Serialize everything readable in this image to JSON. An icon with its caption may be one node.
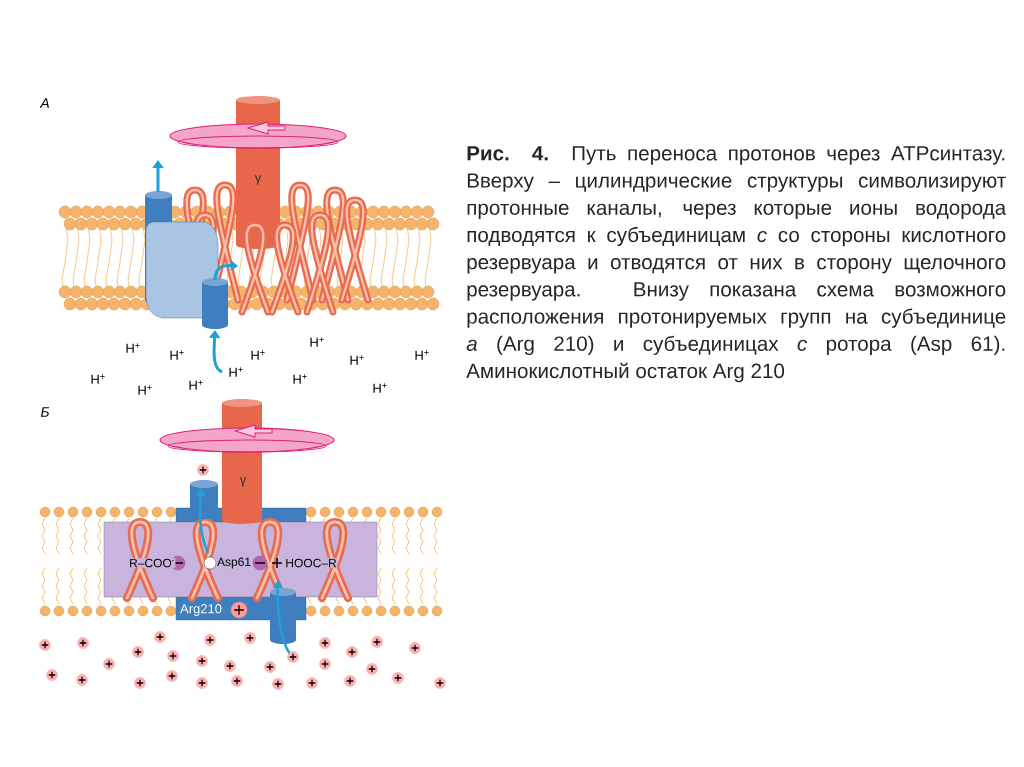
{
  "diagram": {
    "caption": "**Рис. 4.** Путь переноса протонов через АТРсинтазу. Вверху – цилиндрические структуры символизируют протонные каналы, через которые ионы водорода подводятся к субъединицам *c* со стороны кислотного резервуара и отводятся от них в сторону щелочного резервуара. Внизу показана схема возможного расположения протонируемых групп на субъединице *a* (Arg 210) и субъединицах *c* ротора (Asp 61). Аминокислотный остаток Arg 210",
    "labels": [
      "А",
      "γ",
      "H$^{+}$",
      "H$^{+}$",
      "H$^{+}$",
      "H$^{+}$",
      "H$^{+}$",
      "H$^{+}$",
      "H$^{+}$",
      "H$^{+}$",
      "H$^{+}$",
      "H$^{+}$",
      "H$^{+}$",
      "H$^{+}$",
      "Б",
      "γ",
      "R–COO$^{-}$",
      "Asp61",
      "HOOC–R",
      "Arg210"
    ]
  }
}
